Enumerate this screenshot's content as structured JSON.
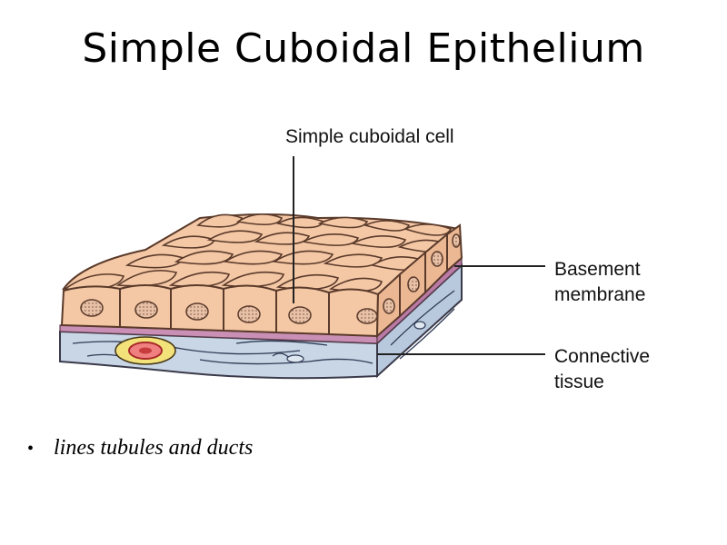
{
  "slide": {
    "title": "Simple Cuboidal Epithelium"
  },
  "diagram": {
    "labels": {
      "cell": "Simple cuboidal cell",
      "basement_line1": "Basement",
      "basement_line2": "membrane",
      "connective_line1": "Connective",
      "connective_line2": "tissue"
    },
    "colors": {
      "cell_fill": "#f4c7a5",
      "cell_stroke": "#5a3a2a",
      "nucleus_fill": "#e7c0a6",
      "membrane": "#c98fb5",
      "connective": "#c9d6e6",
      "vessel_outer": "#f3e27a",
      "vessel_inner": "#e25a5a"
    }
  },
  "bullets": [
    {
      "text": "lines tubules and ducts"
    }
  ]
}
